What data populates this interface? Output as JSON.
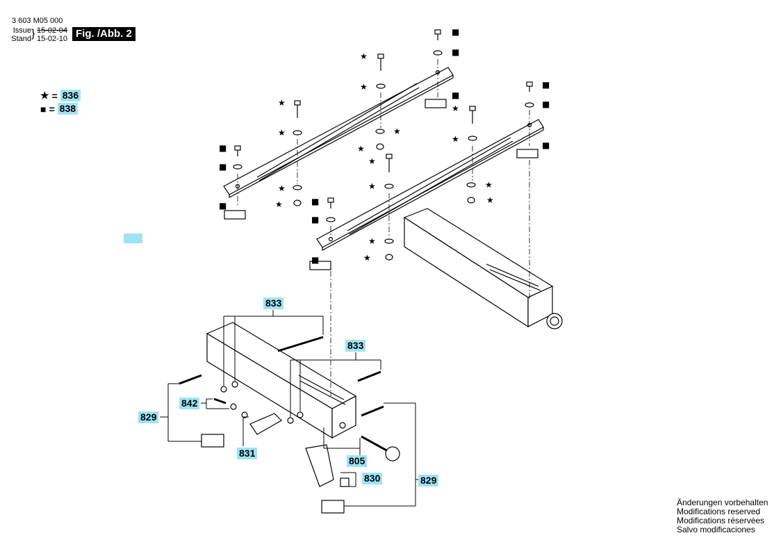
{
  "header": {
    "doc_number": "3 603 M05 000",
    "issue_label": "Issue",
    "issue_date": "15-02-04",
    "stand_label": "Stand",
    "stand_date": "15-02-10",
    "figure_label": "Fig. /Abb. 2"
  },
  "legend": [
    {
      "symbol": "★",
      "eq": "=",
      "code": "836"
    },
    {
      "symbol": "■",
      "eq": "=",
      "code": "838"
    }
  ],
  "callouts": {
    "c833a": "833",
    "c833b": "833",
    "c842": "842",
    "c829a": "829",
    "c831": "831",
    "c805": "805",
    "c830": "830",
    "c829b": "829"
  },
  "notes": [
    "Änderungen vorbehalten",
    "Modifications reserved",
    "Modifications réservées",
    "Salvo modificaciones"
  ],
  "colors": {
    "callout_bg": "#9fe3f3",
    "line": "#000000"
  }
}
